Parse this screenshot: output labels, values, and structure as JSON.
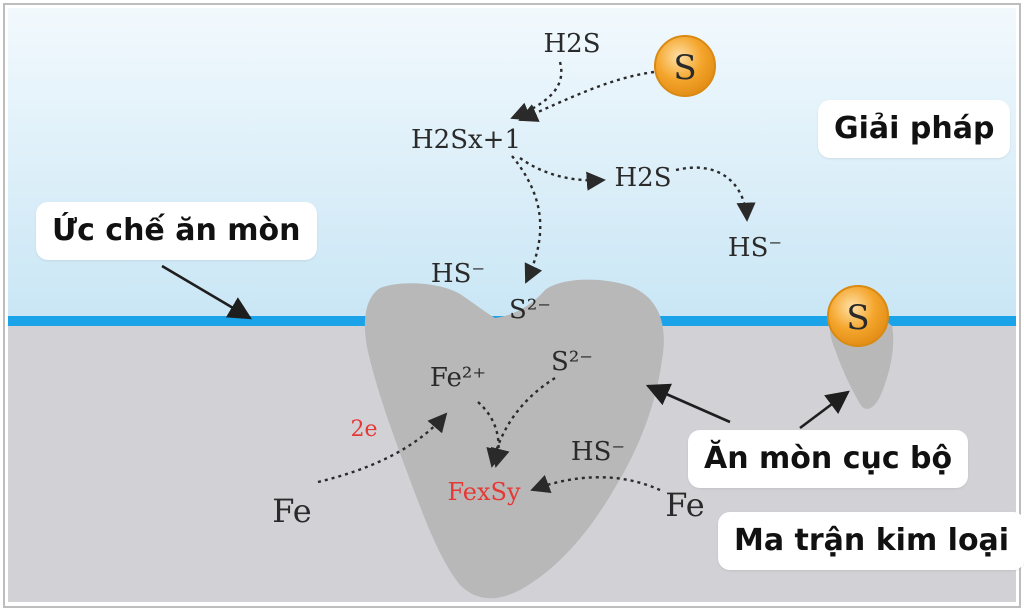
{
  "colors": {
    "solution_top": "#f2f9fd",
    "solution_bottom": "#c9e6f5",
    "metal": "#d2d1d6",
    "surface_line": "#1aa3e8",
    "pit": "#b8b8b8",
    "sulfur_fill": "#f4a52b",
    "sulfur_stroke": "#d98a12",
    "red_text": "#e53935"
  },
  "labels": {
    "solution": "Giải pháp",
    "inhibitor": "Ức chế ăn mòn",
    "local_corrosion": "Ăn mòn cục bộ",
    "metal_matrix": "Ma trận kim loại"
  },
  "species": {
    "h2s_top": "H2S",
    "sulfur": "S",
    "polysulfide": "H2Sx+1",
    "h2s_right": "H2S",
    "hs_right": "HS⁻",
    "hs_left": "HS⁻",
    "s2_surface": "S²⁻",
    "fe2": "Fe²⁺",
    "s2_inner": "S²⁻",
    "electrons": "2e",
    "fexsy": "FexSy",
    "hs_inner": "HS⁻",
    "fe_left": "Fe",
    "fe_right": "Fe"
  }
}
